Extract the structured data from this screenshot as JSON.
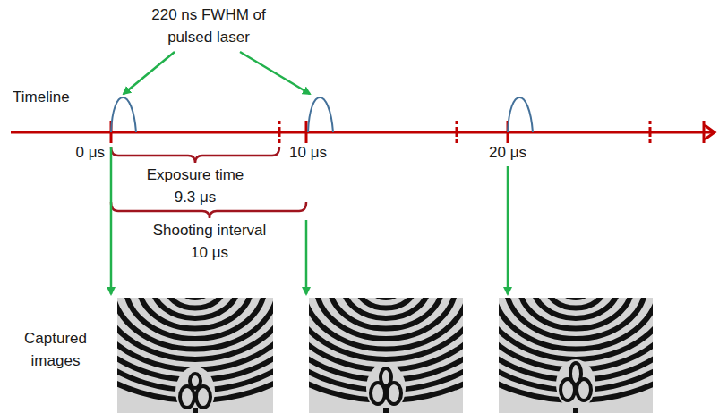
{
  "diagram": {
    "labels": [
      "220 ns FWHM of pulsed laser",
      "Timeline",
      "0 μs",
      "10 μs",
      "20 μs",
      "Exposure time 9.3 μs",
      "Shooting interval 10 μs",
      "Captured images"
    ]
  }
}
